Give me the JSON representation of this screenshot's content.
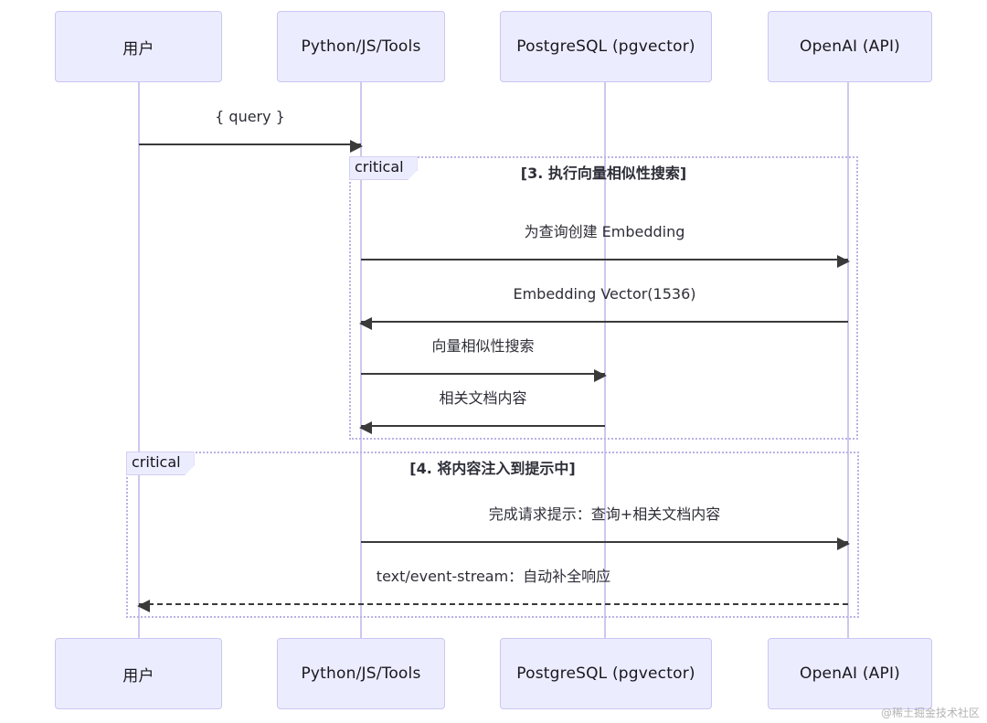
{
  "diagram": {
    "type": "sequence",
    "actors": [
      {
        "id": "user",
        "label": "用户"
      },
      {
        "id": "tools",
        "label": "Python/JS/Tools"
      },
      {
        "id": "postgres",
        "label": "PostgreSQL (pgvector)"
      },
      {
        "id": "openai",
        "label": "OpenAI (API)"
      }
    ],
    "messages": [
      {
        "label": "{ query }",
        "from": "用户",
        "to": "Python/JS/Tools",
        "style": "solid"
      },
      {
        "label": "为查询创建 Embedding",
        "from": "Python/JS/Tools",
        "to": "OpenAI (API)",
        "style": "solid"
      },
      {
        "label": "Embedding Vector(1536)",
        "from": "OpenAI (API)",
        "to": "Python/JS/Tools",
        "style": "solid"
      },
      {
        "label": "向量相似性搜索",
        "from": "Python/JS/Tools",
        "to": "PostgreSQL (pgvector)",
        "style": "solid"
      },
      {
        "label": "相关文档内容",
        "from": "PostgreSQL (pgvector)",
        "to": "Python/JS/Tools",
        "style": "solid"
      },
      {
        "label": "完成请求提示：查询+相关文档内容",
        "from": "Python/JS/Tools",
        "to": "OpenAI (API)",
        "style": "solid"
      },
      {
        "label": "text/event-stream：自动补全响应",
        "from": "OpenAI (API)",
        "to": "用户",
        "style": "dashed"
      }
    ],
    "blocks": [
      {
        "keyword": "critical",
        "title": "[3. 执行向量相似性搜索]"
      },
      {
        "keyword": "critical",
        "title": "[4. 将内容注入到提示中]"
      }
    ],
    "colors": {
      "actor_fill": "#ececff",
      "actor_border": "#c9c6f4",
      "lifeline": "#cfc7ee",
      "block_border": "#b9b2e6",
      "arrow": "#3a3a3a"
    },
    "watermark": "@稀土掘金技术社区"
  }
}
